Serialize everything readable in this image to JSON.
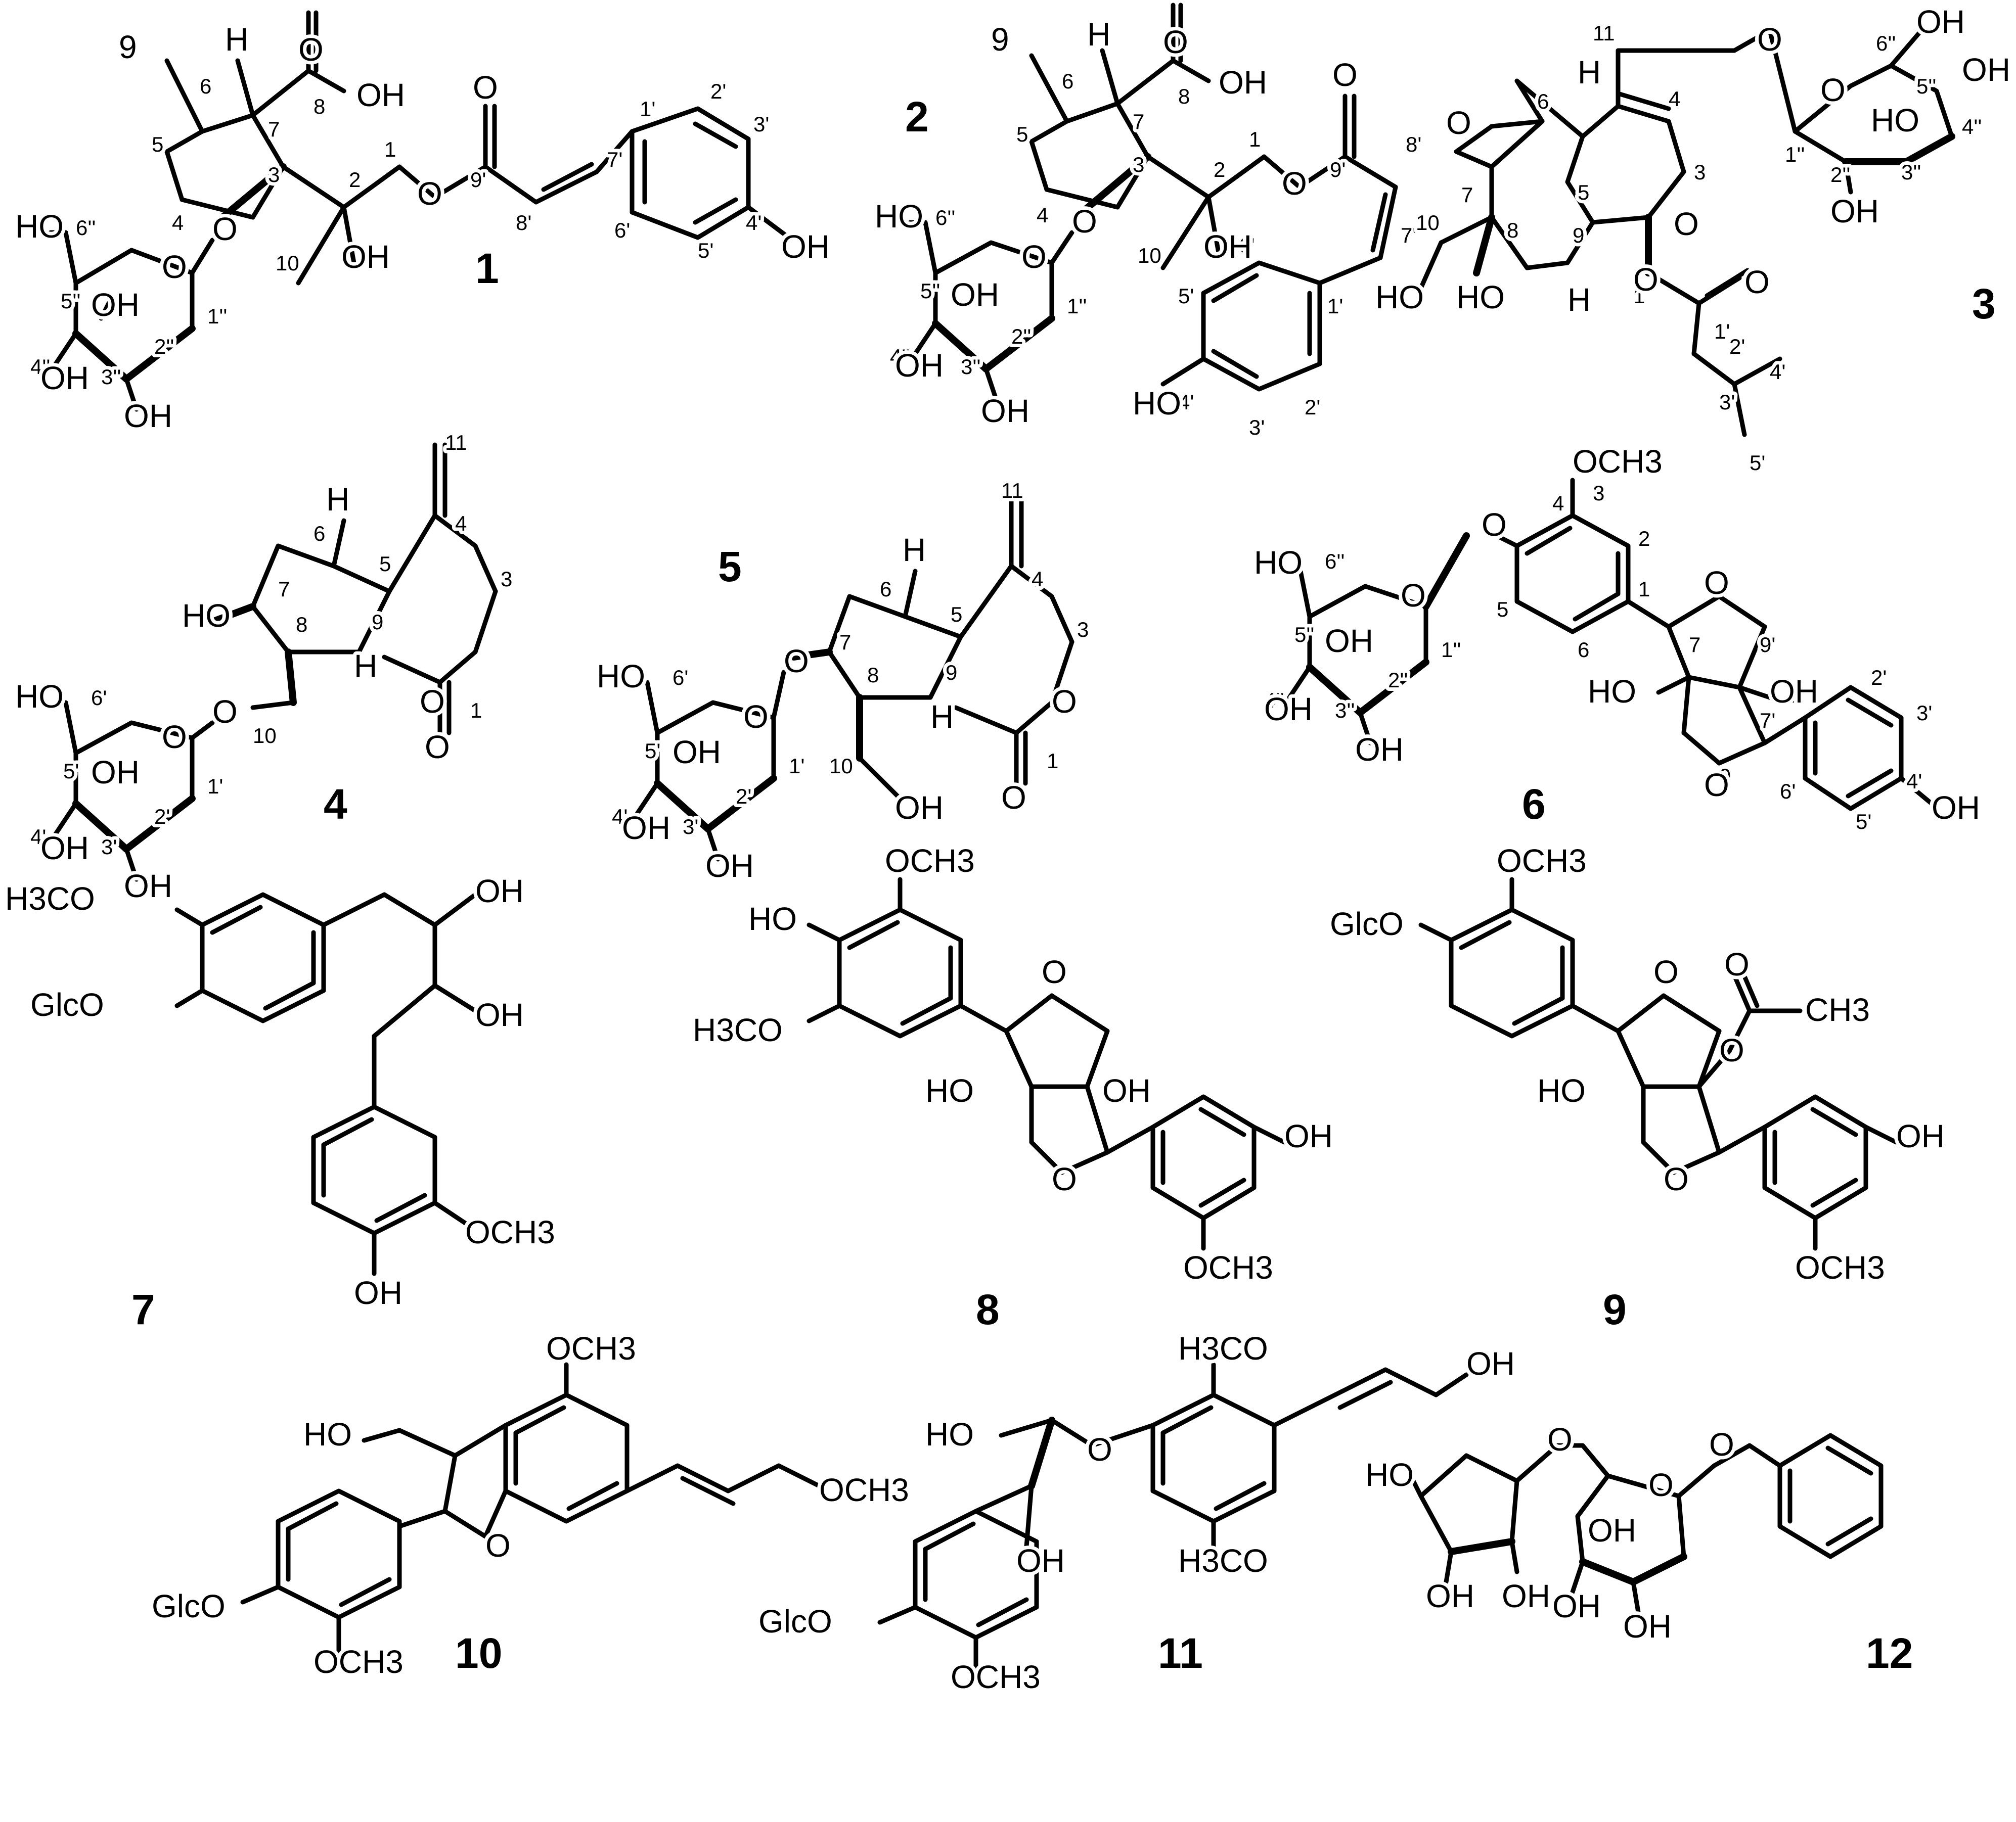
{
  "compounds": [
    {
      "id": "1"
    },
    {
      "id": "2"
    },
    {
      "id": "3"
    },
    {
      "id": "4"
    },
    {
      "id": "5"
    },
    {
      "id": "6"
    },
    {
      "id": "7"
    },
    {
      "id": "8"
    },
    {
      "id": "9"
    },
    {
      "id": "10"
    },
    {
      "id": "11"
    },
    {
      "id": "12"
    }
  ],
  "groups": {
    "oh": "OH",
    "ho": "HO",
    "o": "O",
    "h": "H",
    "och3": "OCH3",
    "h3co": "H3CO",
    "glco": "GlcO",
    "ch3": "CH3"
  },
  "atom_numbers": {
    "n1": "1",
    "n2": "2",
    "n3": "3",
    "n4": "4",
    "n5": "5",
    "n6": "6",
    "n7": "7",
    "n8": "8",
    "n9": "9",
    "n10": "10",
    "n11": "11",
    "p1": "1'",
    "p2": "2'",
    "p3": "3'",
    "p4": "4'",
    "p5": "5'",
    "p6": "6'",
    "p7": "7'",
    "p8": "8'",
    "p9": "9'",
    "pp1": "1''",
    "pp2": "2''",
    "pp3": "3''",
    "pp4": "4''",
    "pp5": "5''",
    "pp6": "6''"
  }
}
